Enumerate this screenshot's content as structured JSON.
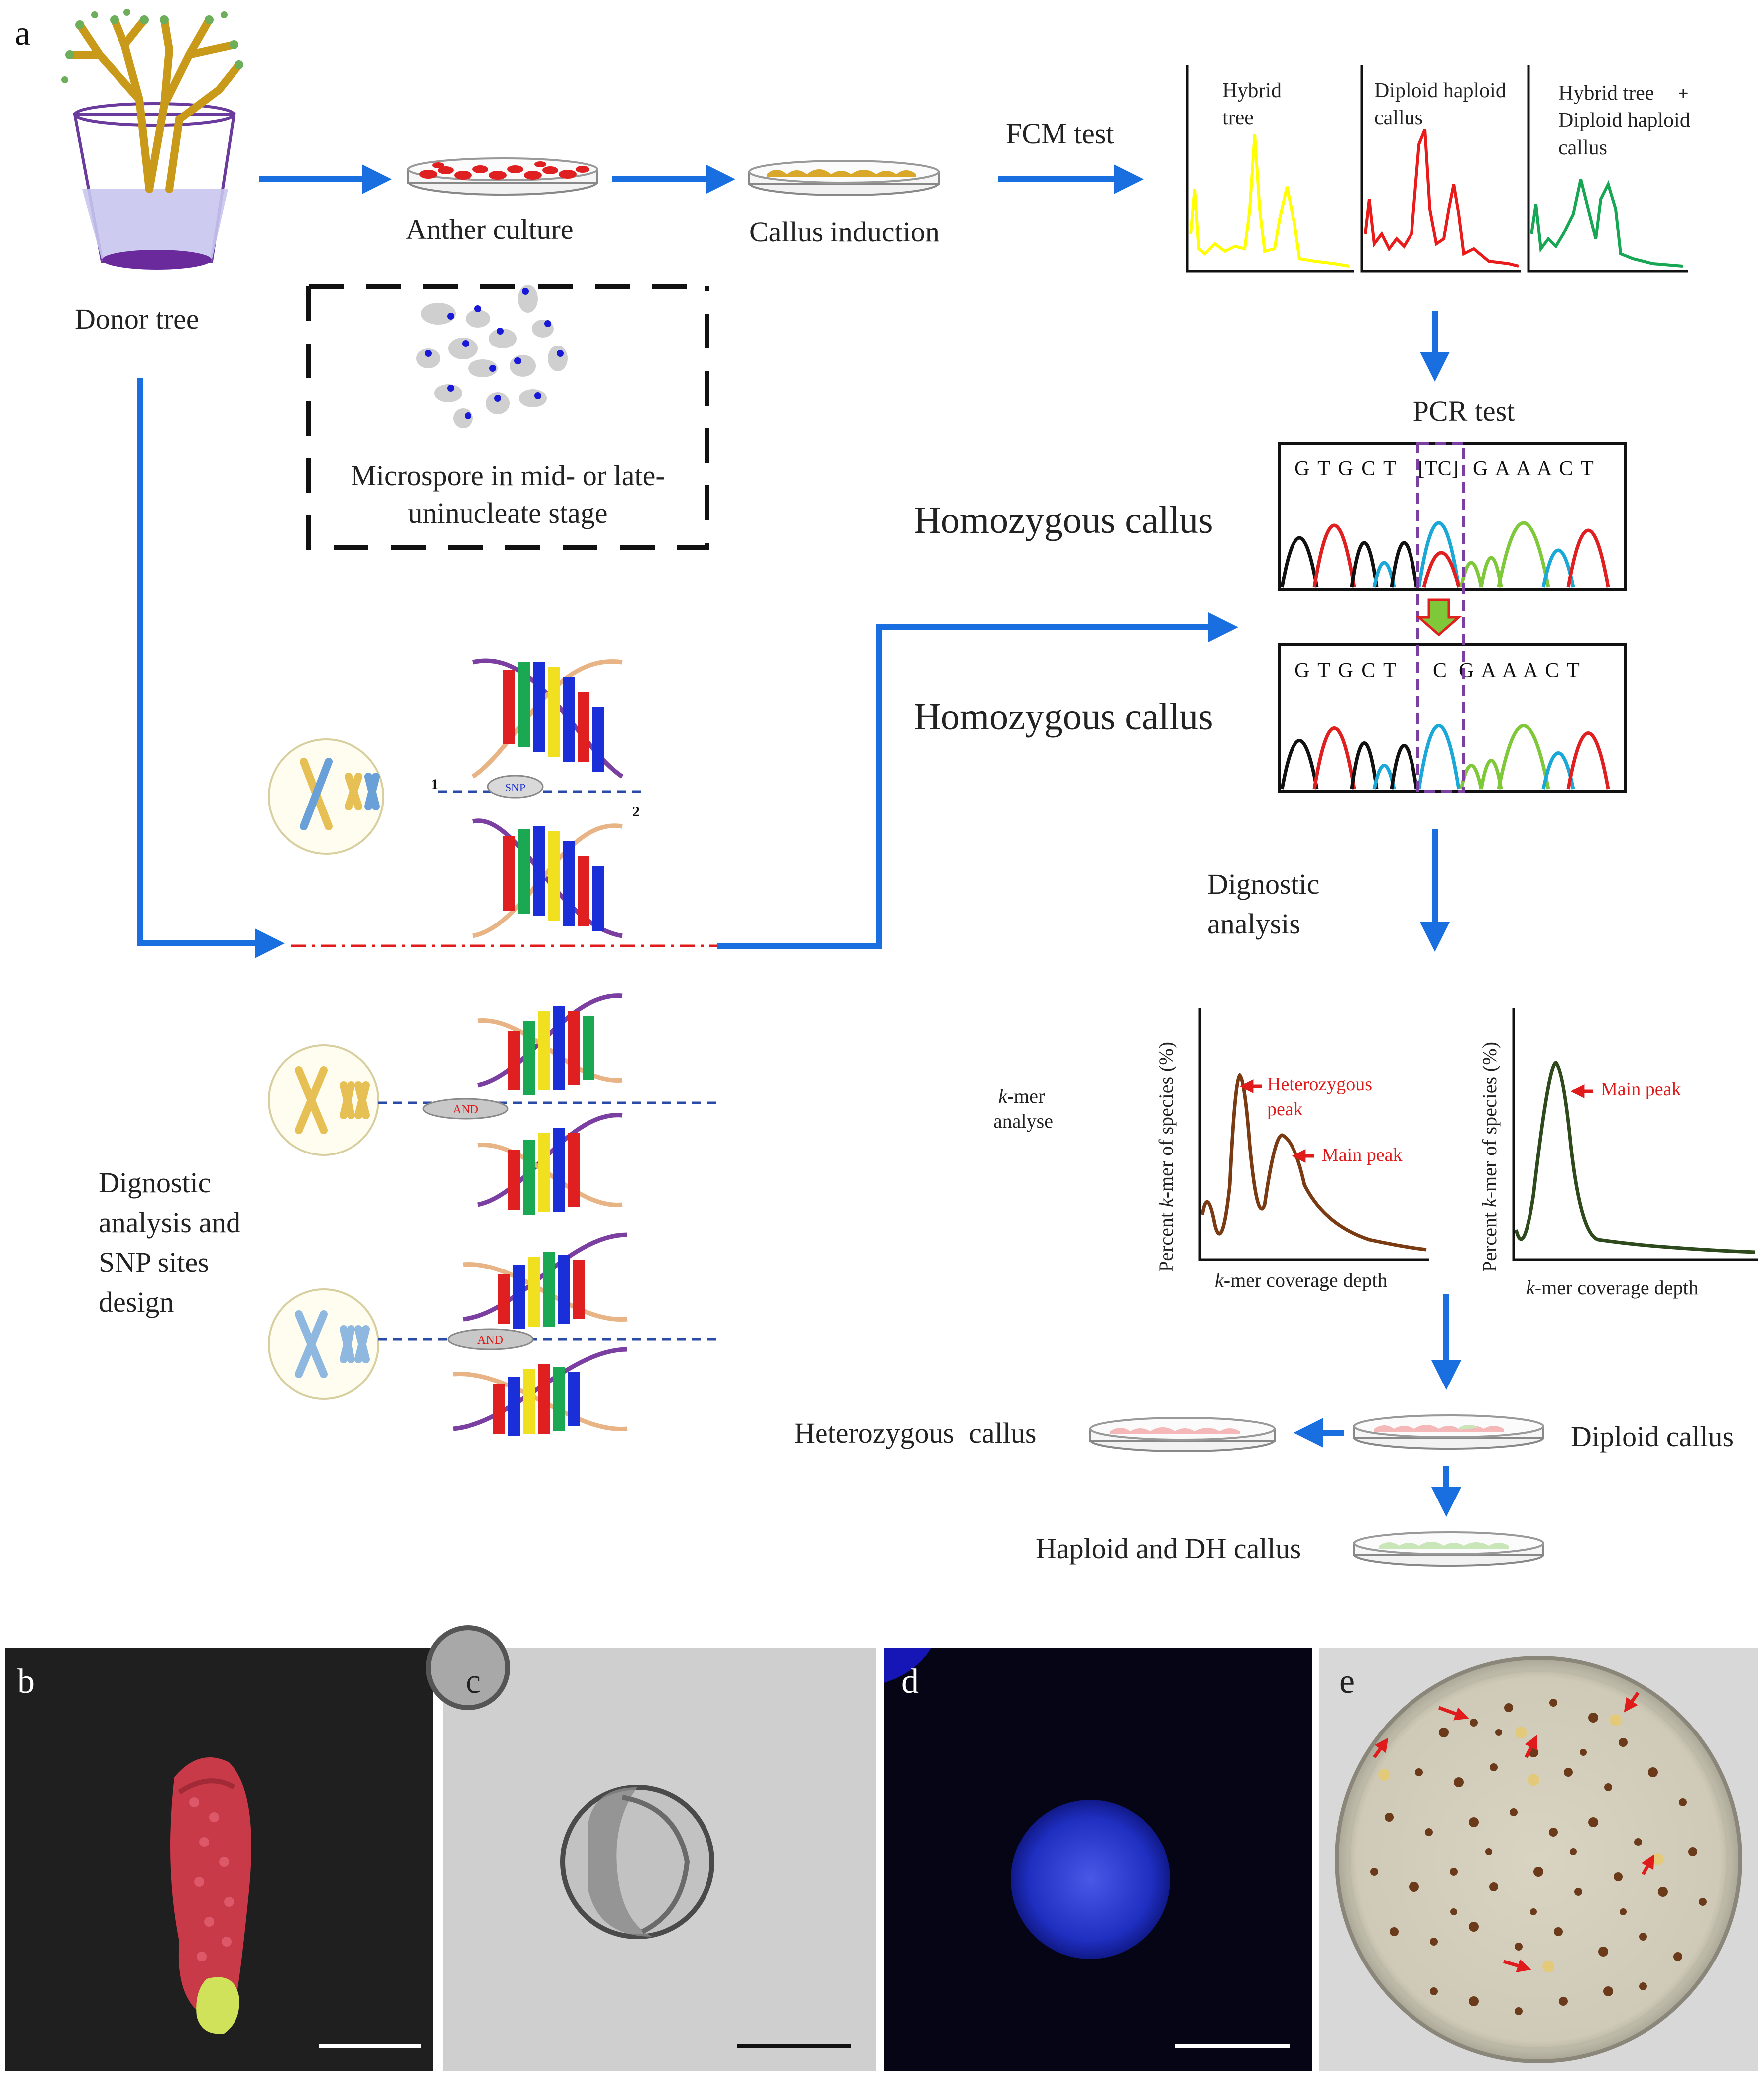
{
  "panel_labels": {
    "a": "a",
    "b": "b",
    "c": "c",
    "d": "d",
    "e": "e"
  },
  "labels": {
    "donor_tree": "Donor tree",
    "anther_culture": "Anther culture",
    "callus_induction": "Callus induction",
    "fcm_test": "FCM test",
    "microspore_line1": "Microspore in mid- or late-",
    "microspore_line2": "uninucleate stage",
    "pcr_test": "PCR test",
    "homozygous_callus_1": "Homozygous callus",
    "homozygous_callus_2": "Homozygous callus",
    "dignostic_analysis_line1": "Dignostic",
    "dignostic_analysis_line2": "analysis",
    "kmer_line1_italic": "k",
    "kmer_line1_rest": "-mer",
    "kmer_line2": "analyse",
    "design_line1": "Dignostic",
    "design_line2": "analysis and",
    "design_line3": "SNP sites",
    "design_line4": "design",
    "heterozygous_callus": "Heterozygous  callus",
    "diploid_callus": "Diploid callus",
    "haploid_dh_callus": "Haploid and DH callus"
  },
  "fcm_panels": [
    {
      "line1": "Hybrid",
      "line2": "tree",
      "line3": "",
      "color": "#ffff00"
    },
    {
      "line1": "Diploid haploid",
      "line2": "callus",
      "line3": "",
      "color": "#e81a1a"
    },
    {
      "line1": "Hybrid tree",
      "line2": "Diploid haploid",
      "line3": "callus",
      "plus": "+",
      "color": "#17a653"
    }
  ],
  "sequence_top": {
    "bases_left": "G T G C T",
    "bracket": "[TC]",
    "bases_right": "G A A A C T"
  },
  "sequence_bottom": {
    "bases_left": "G T G C T",
    "middle": "C",
    "bases_right": "G A A A C T"
  },
  "snp_diagram": {
    "snp_label": "SNP",
    "and_label_1": "AND",
    "and_label_2": "AND",
    "num_1": "1",
    "num_2": "2"
  },
  "kmer_left": {
    "ylabel_pre": "Percent ",
    "ylabel_italic": "k",
    "ylabel_post": "-mer of species (%)",
    "xlabel_italic": "k",
    "xlabel_post": "-mer coverage depth",
    "annotation_1_line1": "Heterozygous",
    "annotation_1_line2": "peak",
    "annotation_2": "Main peak",
    "color": "#7a3a12"
  },
  "kmer_right": {
    "ylabel_pre": "Percent ",
    "ylabel_italic": "k",
    "ylabel_post": "-mer of species (%)",
    "xlabel_italic": "k",
    "xlabel_post": "-mer coverage depth",
    "annotation_1": "Main peak",
    "color": "#2e4a1c"
  },
  "colors": {
    "arrow_blue": "#1a6fe0",
    "annotation_red": "#e01b1b",
    "dashed_purple": "#7a3fa0",
    "seq_black": "#111111",
    "seq_red": "#e02020",
    "seq_cyan": "#1aa8d8",
    "seq_green": "#7ec83a"
  }
}
